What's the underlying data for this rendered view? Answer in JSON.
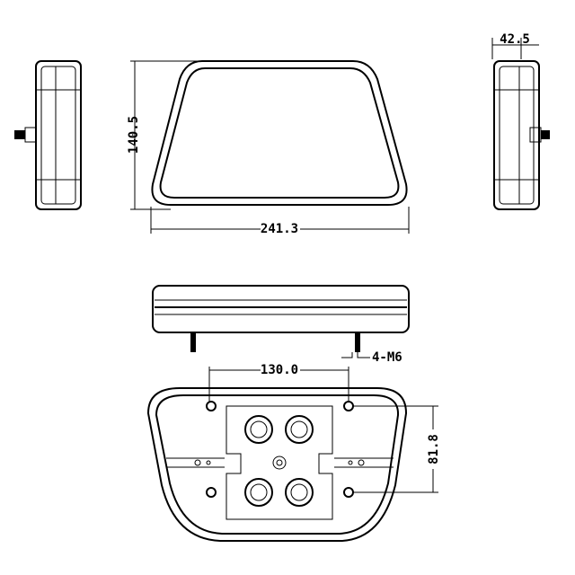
{
  "dimensions": {
    "side_depth": "42.5",
    "height": "140.5",
    "width": "241.3",
    "mount_spec": "4-M6",
    "hole_spacing_horizontal": "130.0",
    "hole_spacing_vertical": "81.8"
  }
}
